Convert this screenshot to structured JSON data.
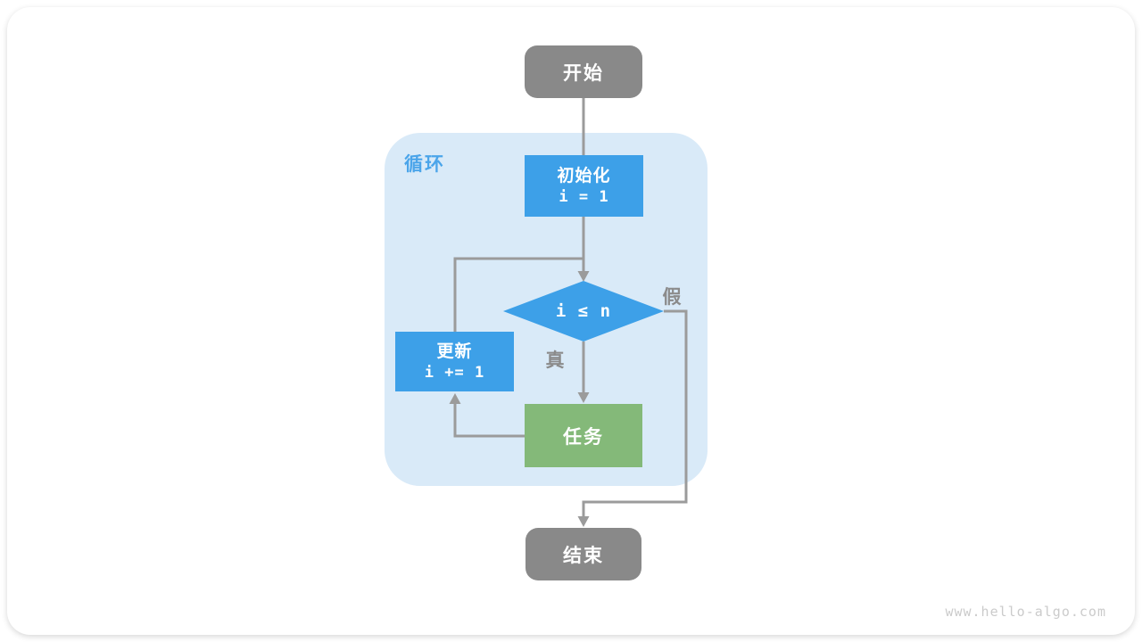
{
  "colors": {
    "node-gray": "#898989",
    "node-blue": "#3da0e8",
    "node-green": "#84b979",
    "loop-bg": "#d9eaf8",
    "loop-label": "#4ba5ea",
    "connector": "#9b9b9b",
    "branch-label": "#8b8b8b",
    "watermark": "#cbcbcb"
  },
  "diagram": {
    "start": "开始",
    "loop_label": "循环",
    "init_title": "初始化",
    "init_code": "i = 1",
    "condition_code": "i ≤ n",
    "true_label": "真",
    "false_label": "假",
    "update_title": "更新",
    "update_code": "i += 1",
    "task": "任务",
    "end": "结束"
  },
  "footer": {
    "watermark": "www.hello-algo.com"
  }
}
